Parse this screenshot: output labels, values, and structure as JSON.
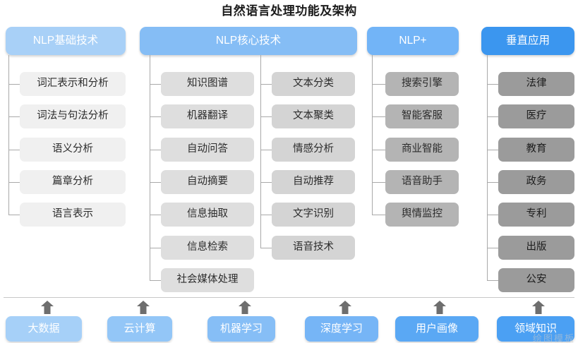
{
  "title": "自然语言处理功能及架构",
  "watermark": "绘图模板",
  "colors": {
    "header_col1": "#a8d0f7",
    "header_col2": "#85bdf5",
    "header_col3": "#72b4f7",
    "header_col4": "#3b96ef",
    "leaf_col1": "#f0f0f0",
    "leaf_col2a": "#dedede",
    "leaf_col2b": "#d4d4d4",
    "leaf_col3": "#b4b4b4",
    "leaf_col4": "#9b9b9b",
    "connector": "#a9a9a9",
    "arrow": "#6e6e6e",
    "divider": "#c8c8c8",
    "title_text": "#1b1b1b"
  },
  "columns": [
    {
      "header": "NLP基础技术",
      "groups": [
        {
          "items": [
            "词汇表示和分析",
            "词法与句法分析",
            "语义分析",
            "篇章分析",
            "语言表示"
          ]
        }
      ]
    },
    {
      "header": "NLP核心技术",
      "groups": [
        {
          "items": [
            "知识图谱",
            "机器翻译",
            "自动问答",
            "自动摘要",
            "信息抽取",
            "信息检索",
            "社会媒体处理"
          ]
        },
        {
          "items": [
            "文本分类",
            "文本聚类",
            "情感分析",
            "自动推荐",
            "文字识别",
            "语音技术"
          ]
        }
      ]
    },
    {
      "header": "NLP+",
      "groups": [
        {
          "items": [
            "搜索引擎",
            "智能客服",
            "商业智能",
            "语音助手",
            "舆情监控"
          ]
        }
      ]
    },
    {
      "header": "垂直应用",
      "groups": [
        {
          "items": [
            "法律",
            "医疗",
            "教育",
            "政务",
            "专利",
            "出版",
            "公安"
          ]
        }
      ]
    }
  ],
  "foundation": {
    "items": [
      {
        "label": "大数据",
        "color": "#a6d0f8"
      },
      {
        "label": "云计算",
        "color": "#93c6f7"
      },
      {
        "label": "机器学习",
        "color": "#86bef6"
      },
      {
        "label": "深度学习",
        "color": "#76b5f6"
      },
      {
        "label": "用户画像",
        "color": "#5aa8f4"
      },
      {
        "label": "领域知识",
        "color": "#4ba0f3"
      }
    ]
  }
}
